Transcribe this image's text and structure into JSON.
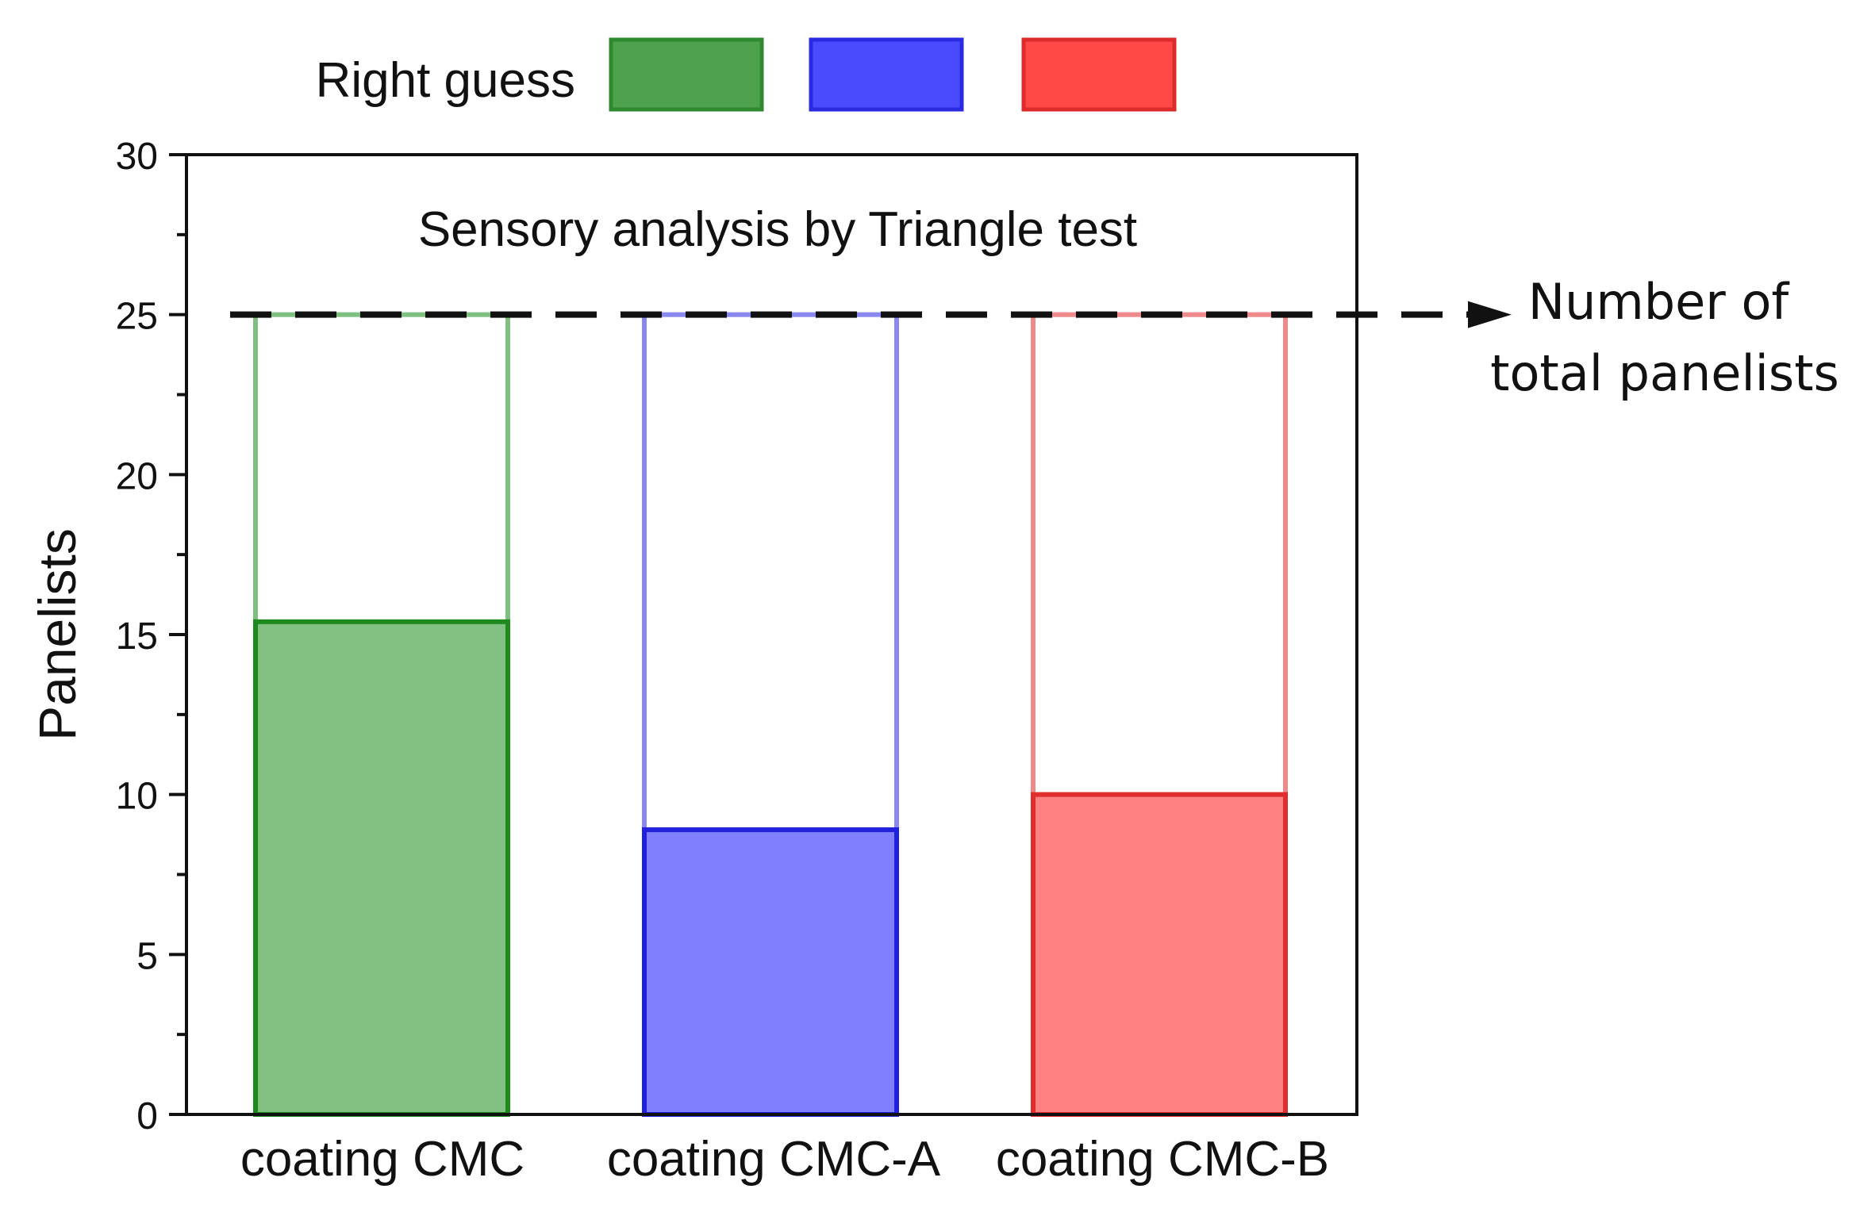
{
  "chart_data": {
    "type": "bar",
    "title": "Sensory analysis by Triangle test",
    "xlabel": "",
    "ylabel": "Panelists",
    "ylim": [
      0,
      30
    ],
    "yticks": [
      0,
      5,
      10,
      15,
      20,
      25,
      30
    ],
    "grid": false,
    "legend_position": "top",
    "categories": [
      "coating CMC",
      "coating CMC-A",
      "coating CMC-B"
    ],
    "series": [
      {
        "name": "Right guess",
        "values": [
          15.4,
          8.9,
          10
        ]
      }
    ],
    "total_panelists": 25,
    "reference_line": {
      "value": 25,
      "label_line1": "Number of",
      "label_line2": "total panelists"
    },
    "colors": {
      "fills": [
        "#82c082",
        "#8080ff",
        "#ff8080"
      ],
      "edges": [
        "#1e8a1e",
        "#2020dd",
        "#e02e2e"
      ],
      "outlines": [
        "#7fbf7f",
        "#8888f0",
        "#f08a8a"
      ],
      "legend_fills": [
        "#4ea24e",
        "#4a4aff",
        "#ff4848"
      ],
      "legend_edges": [
        "#2e8a2e",
        "#2a2ae0",
        "#dd2a2a"
      ]
    }
  }
}
